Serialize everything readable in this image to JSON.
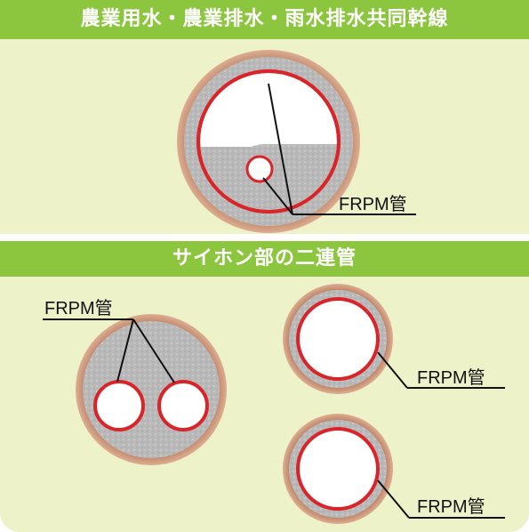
{
  "section1": {
    "title": "農業用水・農業排水・雨水排水共同幹線",
    "pipe_label": "FRPM管"
  },
  "section2": {
    "title": "サイホン部の二連管",
    "twin_label": "FRPM管",
    "upper_label": "FRPM管",
    "lower_label": "FRPM管"
  },
  "colors": {
    "band": "#8cc63f",
    "background": "#eef2c8",
    "copper": "#c98a6b",
    "concrete": "#b8b8b8",
    "pipe_wall": "#d9252a"
  }
}
